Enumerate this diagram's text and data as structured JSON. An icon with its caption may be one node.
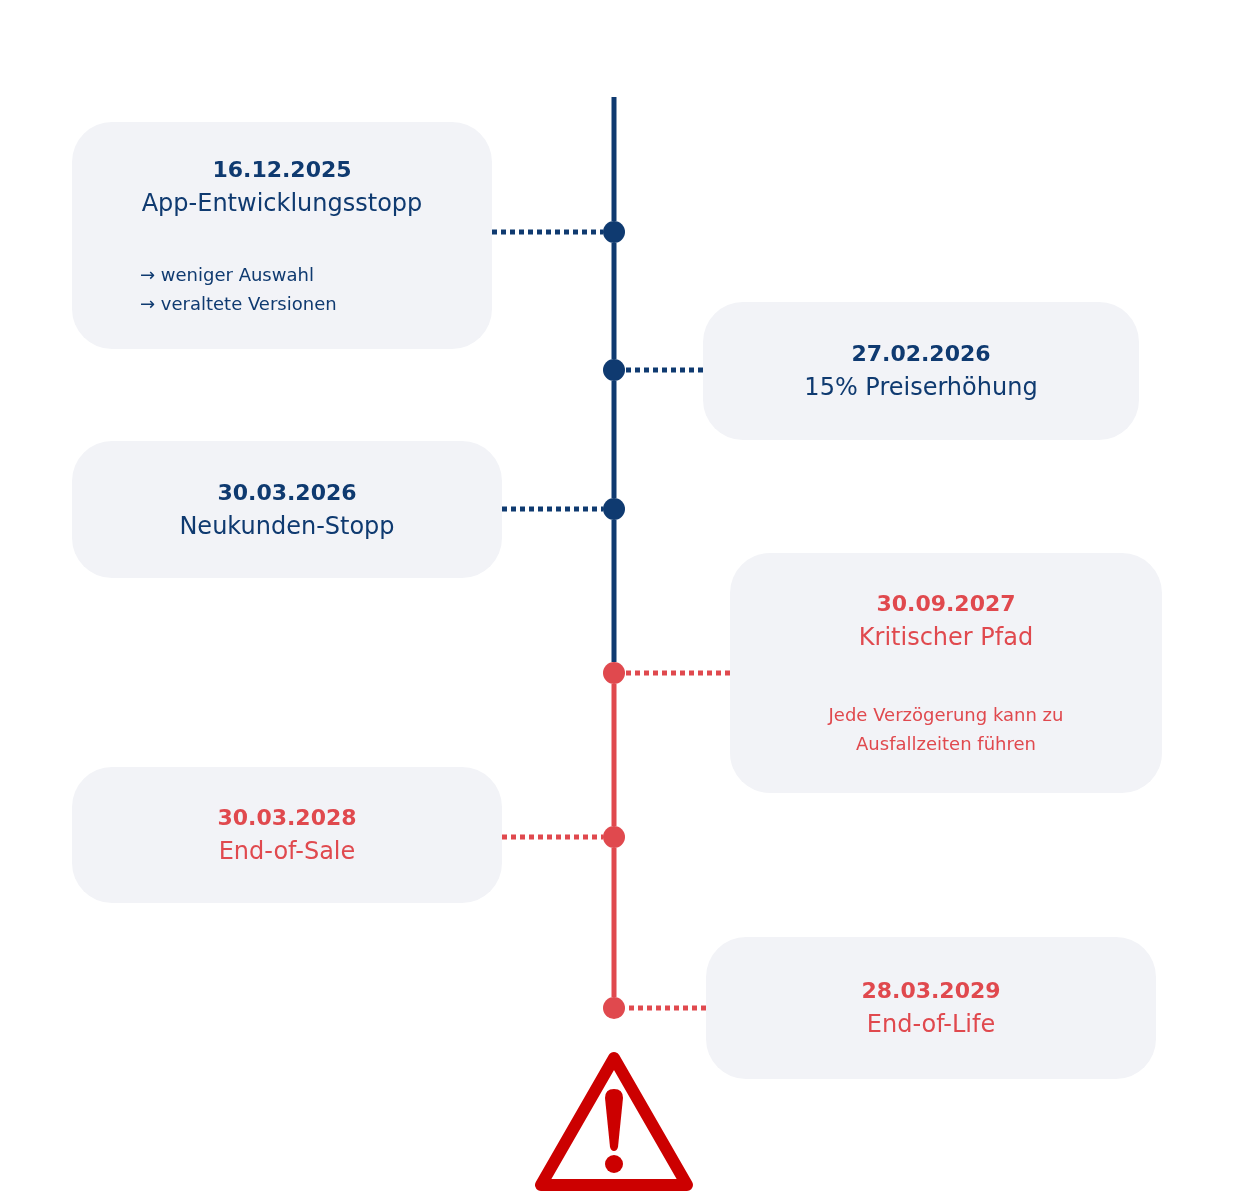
{
  "diagram": {
    "nodes": [
      {
        "text": [
          "16.12.2025",
          "App-Entwicklungsstopp",
          "→ weniger Auswahl",
          "→ veraltete Versionen"
        ]
      },
      {
        "text": [
          "27.02.2026",
          "15% Preiserhöhung"
        ]
      },
      {
        "text": [
          "30.03.2026",
          "Neukunden-Stopp"
        ]
      },
      {
        "text": [
          "30.09.2027",
          "Kritischer Pfad",
          "Jede Verzögerung kann zu Ausfallzeiten führen"
        ]
      },
      {
        "text": [
          "30.03.2028",
          "End-of-Sale"
        ]
      },
      {
        "text": [
          "28.03.2029",
          "End-of-Life"
        ]
      },
      {
        "text": [],
        "shape": "circle"
      },
      {
        "text": [],
        "shape": "circle"
      },
      {
        "text": [],
        "shape": "circle"
      },
      {
        "text": [],
        "shape": "circle"
      },
      {
        "text": [],
        "shape": "circle"
      },
      {
        "text": [],
        "shape": "circle"
      }
    ],
    "edges": [
      {
        "from": 0,
        "to": 6,
        "arrow": "none",
        "style": "dashed"
      },
      {
        "from": 1,
        "to": 7,
        "arrow": "none",
        "style": "dashed"
      },
      {
        "from": 2,
        "to": 8,
        "arrow": "none",
        "style": "dashed"
      },
      {
        "from": 3,
        "to": 9,
        "arrow": "none",
        "style": "dashed",
        "color": "#e0494e"
      },
      {
        "from": 4,
        "to": 10,
        "arrow": "none",
        "style": "dashed",
        "color": "#e0494e"
      },
      {
        "from": 5,
        "to": 11,
        "arrow": "none",
        "style": "dashed",
        "color": "#e0494e"
      },
      {
        "from": null,
        "to": 6,
        "arrow": "none"
      },
      {
        "from": 6,
        "to": 7,
        "arrow": "none"
      },
      {
        "from": 7,
        "to": 8,
        "arrow": "none"
      },
      {
        "from": 8,
        "to": 9,
        "arrow": "none"
      },
      {
        "from": 9,
        "to": 10,
        "arrow": "none",
        "color": "#e0494e"
      },
      {
        "from": 10,
        "to": 11,
        "arrow": "none",
        "color": "#e0494e"
      }
    ]
  }
}
